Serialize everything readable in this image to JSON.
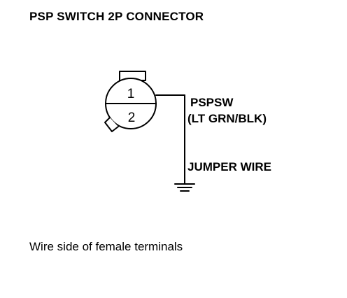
{
  "title": "PSP SWITCH 2P CONNECTOR",
  "connector": {
    "terminal_top": "1",
    "terminal_bottom": "2"
  },
  "wire": {
    "signal": "PSPSW",
    "color": "(LT GRN/BLK)",
    "jumper": "JUMPER WIRE"
  },
  "caption": "Wire side of female terminals",
  "colors": {
    "line": "#000000",
    "background": "#ffffff"
  },
  "icons": [
    "ground-symbol-icon",
    "connector-key-tab-icon",
    "connector-latch-icon"
  ]
}
